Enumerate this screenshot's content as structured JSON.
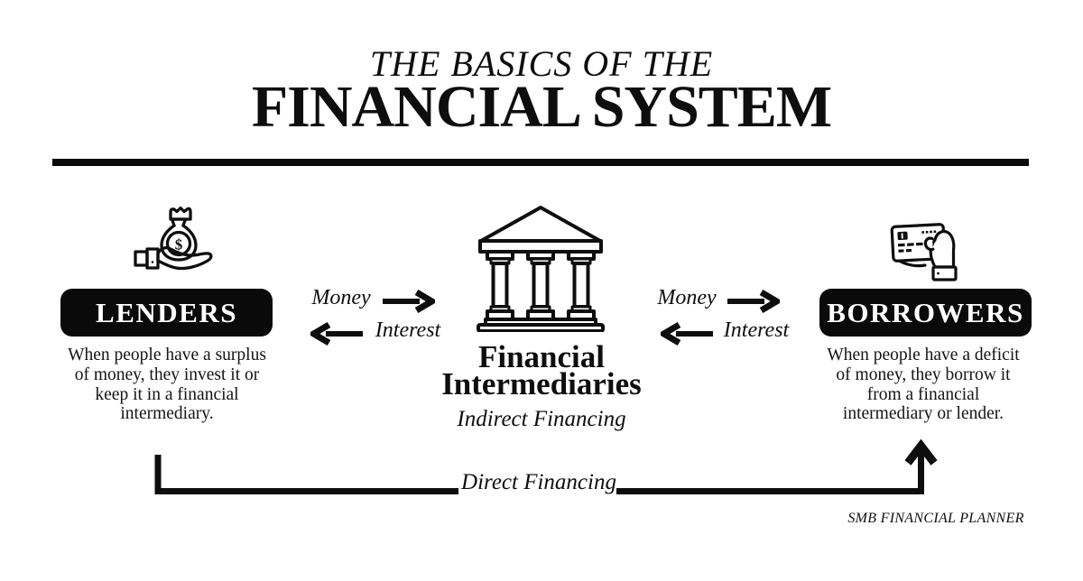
{
  "title": {
    "kicker": "THE BASICS OF THE",
    "main": "FINANCIAL SYSTEM"
  },
  "lenders": {
    "label": "LENDERS",
    "icon": "money-bag-in-hand-icon",
    "description_lines": [
      "When people have a surplus",
      "of money, they invest it or",
      "keep it in a financial",
      "intermediary."
    ]
  },
  "intermediaries": {
    "icon": "bank-building-icon",
    "name_lines": [
      "Financial",
      "Intermediaries"
    ],
    "subtitle": "Indirect Financing"
  },
  "borrowers": {
    "label": "BORROWERS",
    "icon": "hand-holding-credit-card-icon",
    "description_lines": [
      "When people have a deficit",
      "of money, they borrow it",
      "from a financial",
      "intermediary or lender."
    ]
  },
  "flow_left": {
    "money": "Money",
    "interest": "Interest"
  },
  "flow_right": {
    "money": "Money",
    "interest": "Interest"
  },
  "direct_financing": {
    "label": "Direct Financing"
  },
  "credit": {
    "label": "SMB FINANCIAL PLANNER"
  },
  "dollar_sign": "$",
  "colors": {
    "ink": "#0e0e0e",
    "background": "#ffffff",
    "pill_background": "#0a0a0a",
    "pill_text": "#ffffff"
  }
}
